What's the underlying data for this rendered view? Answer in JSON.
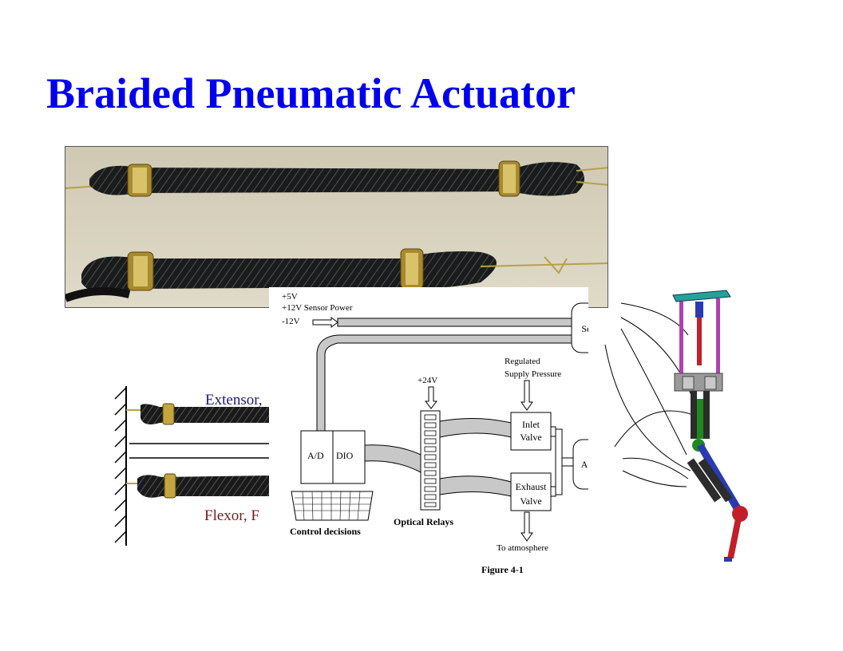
{
  "slide": {
    "title": "Braided Pneumatic Actuator"
  },
  "muscle_figure": {
    "extensor_label": "Extensor,",
    "flexor_label": "Flexor, F"
  },
  "control_diagram": {
    "power_lines": [
      "+5V",
      "+12V Sensor Power",
      "-12V"
    ],
    "sensors": "Sensors",
    "actuators": "Actuators",
    "daq_left": "A/D",
    "daq_right": "DIO",
    "control_caption": "Control decisions",
    "relay_supply": "+24V",
    "relays_caption": "Optical Relays",
    "supply_line1": "Regulated",
    "supply_line2": "Supply Pressure",
    "inlet_line1": "Inlet",
    "inlet_line2": "Valve",
    "exhaust_line1": "Exhaust",
    "exhaust_line2": "Valve",
    "exhaust_caption": "To atmosphere",
    "figure_caption": "Figure 4-1"
  },
  "colors": {
    "title": "#0000ee",
    "extensor_text": "#1c1c6e",
    "flexor_text": "#7a1a1a",
    "duct": "#c8c8c8"
  }
}
